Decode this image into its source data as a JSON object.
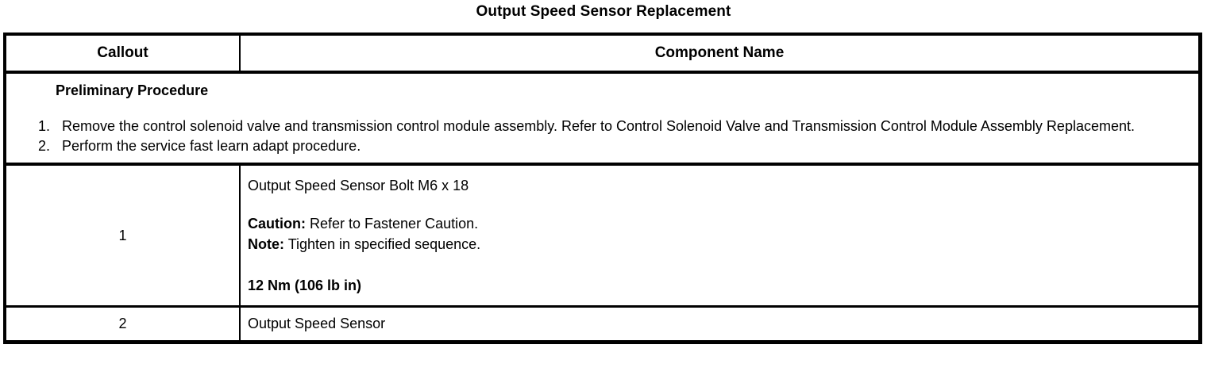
{
  "document": {
    "title": "Output Speed Sensor Replacement"
  },
  "table": {
    "columns": [
      {
        "key": "callout",
        "header": "Callout"
      },
      {
        "key": "component_name",
        "header": "Component Name"
      }
    ],
    "preliminary": {
      "heading": "Preliminary Procedure",
      "steps": [
        "Remove the control solenoid valve and transmission control module assembly. Refer to Control Solenoid Valve and Transmission Control Module Assembly Replacement.",
        "Perform the service fast learn adapt procedure."
      ]
    },
    "rows": [
      {
        "callout": "1",
        "name_line": "Output Speed Sensor Bolt M6 x 18",
        "caution_label": "Caution:",
        "caution_text": "Refer to Fastener Caution.",
        "note_label": "Note:",
        "note_text": "Tighten in specified sequence.",
        "torque": "12 Nm (106 lb in)"
      },
      {
        "callout": "2",
        "name_line": "Output Speed Sensor"
      }
    ]
  }
}
